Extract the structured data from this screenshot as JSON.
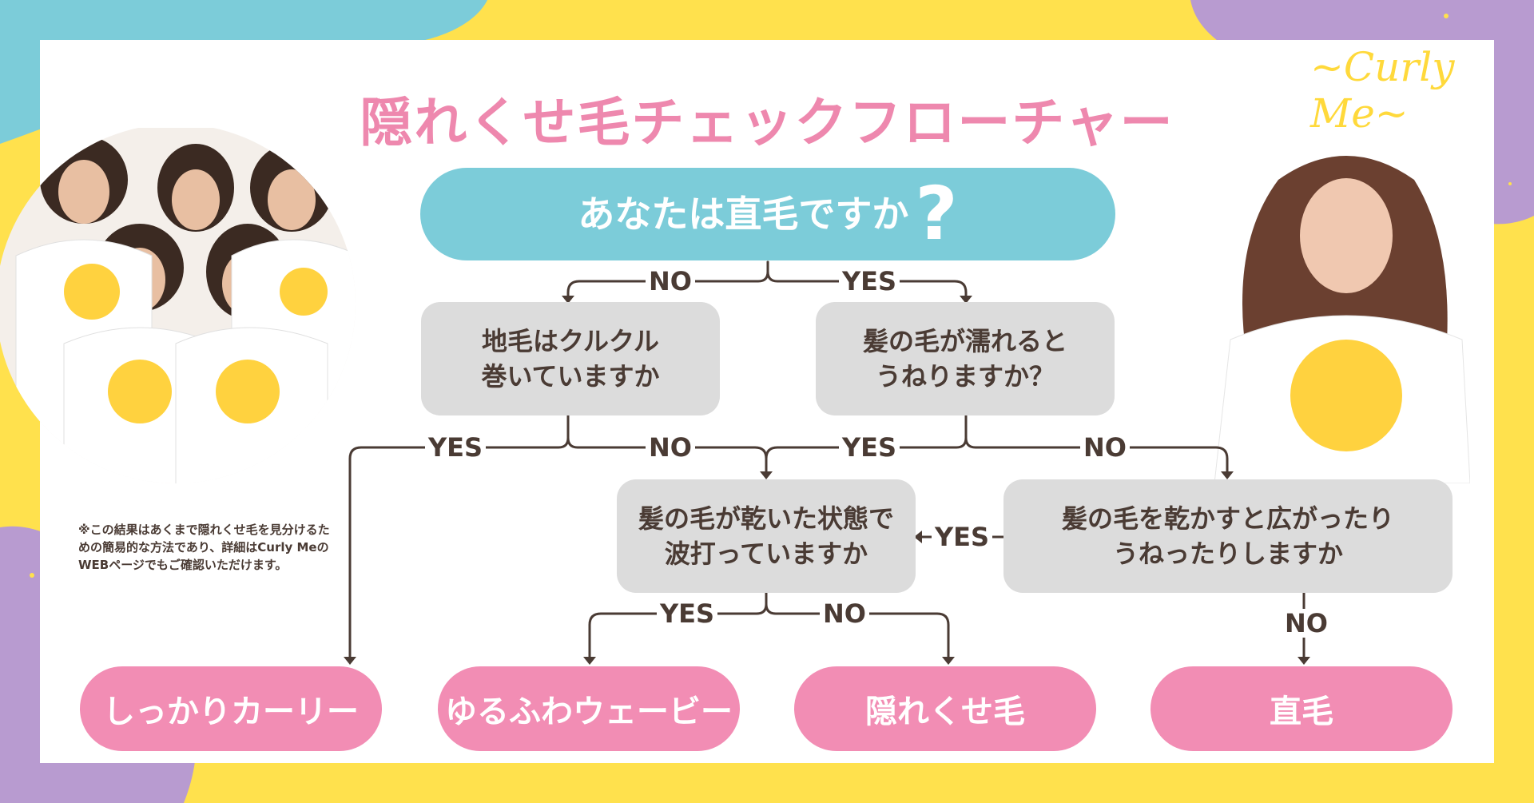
{
  "title": "隠れくせ毛チェックフローチャート",
  "logo_text": "~Curly Me~",
  "start_question": {
    "text": "あなたは直毛ですか",
    "mark": "?"
  },
  "questions": {
    "q_curly_natural": "地毛はクルクル\n巻いていますか",
    "q_wet_wave": "髪の毛が濡れると\nうねりますか？",
    "q_dry_wave": "髪の毛が乾いた状態で\n波打っていますか",
    "q_dry_spread": "髪の毛を乾かすと広がったり\nうねったりしますか"
  },
  "results": {
    "tight_curly": "しっかりカーリー",
    "soft_wavy": "ゆるふわウェービー",
    "hidden_curl": "隠れくせ毛",
    "straight": "直毛"
  },
  "labels": {
    "yes": "YES",
    "no": "NO"
  },
  "note": "※この結果はあくまで隠れくせ毛を見分けるための簡易的な方法であり、詳細はCurly MeのWEBページでもご確認いただけます。",
  "colors": {
    "background_yellow": "#FFE14D",
    "teal": "#7CCCD9",
    "purple": "#B89BD0",
    "pink": "#F28DB4",
    "title_pink": "#EE88AE",
    "gray_box": "#DCDCDC",
    "line_brown": "#4A3B34"
  }
}
